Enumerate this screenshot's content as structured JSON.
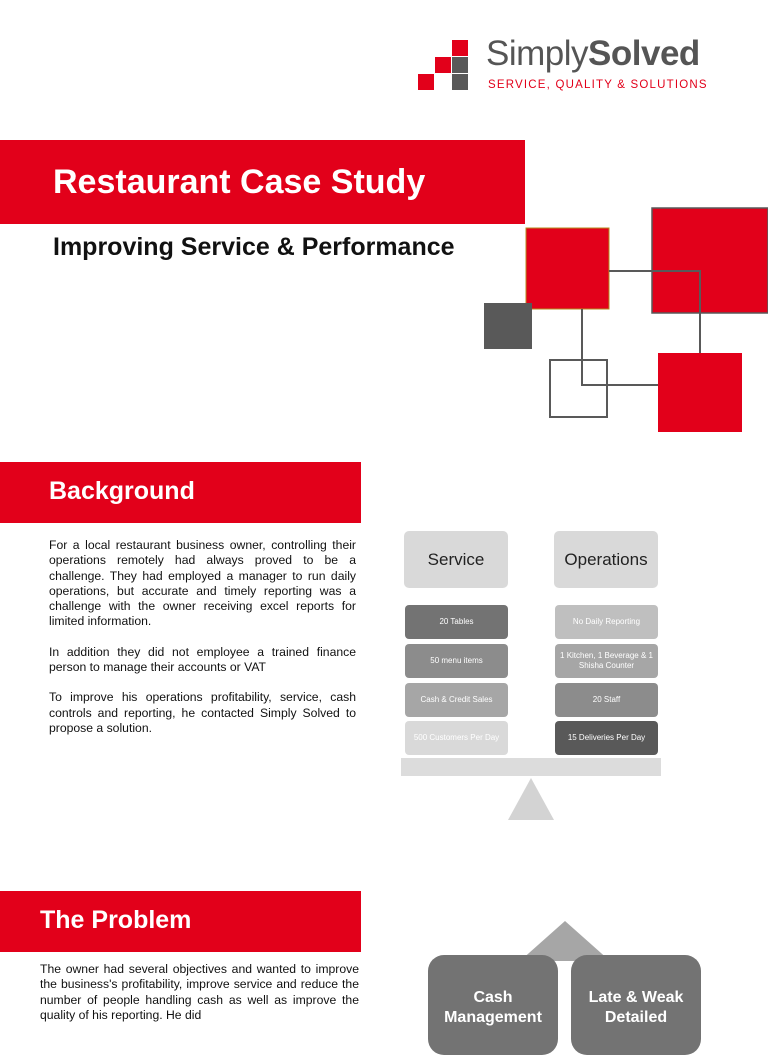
{
  "logo": {
    "name_light": "Simply",
    "name_bold": "Solved",
    "tagline": "SERVICE, QUALITY & SOLUTIONS"
  },
  "title": "Restaurant Case Study",
  "subtitle": "Improving Service & Performance",
  "background": {
    "heading": "Background",
    "paragraphs": [
      "For a local restaurant business owner, controlling their operations remotely had always proved to be a challenge. They had employed a manager to run daily operations, but accurate and timely reporting was a challenge with the owner receiving excel reports for limited information.",
      "In addition they did not employee a trained finance person to manage their accounts or VAT",
      "To improve his operations profitability, service, cash controls and reporting, he contacted Simply Solved to propose a solution."
    ]
  },
  "balance": {
    "left": {
      "heading": "Service",
      "items": [
        "20 Tables",
        "50 menu items",
        "Cash & Credit Sales",
        "500 Customers Per Day"
      ]
    },
    "right": {
      "heading": "Operations",
      "items": [
        "No Daily Reporting",
        "1 Kitchen, 1 Beverage & 1 Shisha Counter",
        "20 Staff",
        "15 Deliveries Per Day"
      ]
    }
  },
  "problem": {
    "heading": "The Problem",
    "text": "The owner had several objectives and wanted to improve the business's profitability, improve service and reduce the number of people handling cash as well as improve the quality of his reporting.  He did"
  },
  "pillars": [
    "Cash Management",
    "Late & Weak Detailed"
  ],
  "colors": {
    "brand_red": "#e2001a",
    "dark_gray": "#595959",
    "mid_gray": "#7f7f7f",
    "light_gray": "#bfbfbf"
  }
}
